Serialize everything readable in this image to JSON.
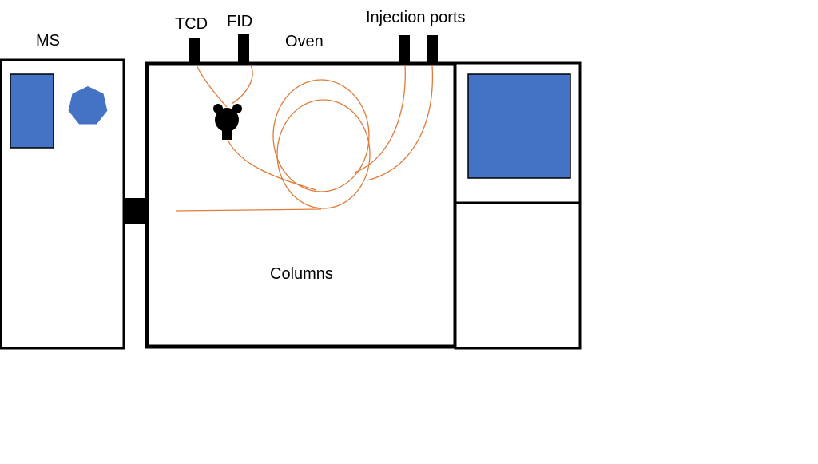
{
  "labels": {
    "ms": "MS",
    "tcd": "TCD",
    "fid": "FID",
    "oven": "Oven",
    "injection_ports": "Injection ports",
    "columns": "Columns"
  },
  "colors": {
    "outline": "#000000",
    "fill": "#ffffff",
    "component": "#4472C4",
    "column_tubing": "#E07B39"
  },
  "icons": {
    "ms_rectangle": "rectangle",
    "ms_heptagon": "heptagon",
    "valve": "valve-icon",
    "screen": "screen-icon"
  }
}
